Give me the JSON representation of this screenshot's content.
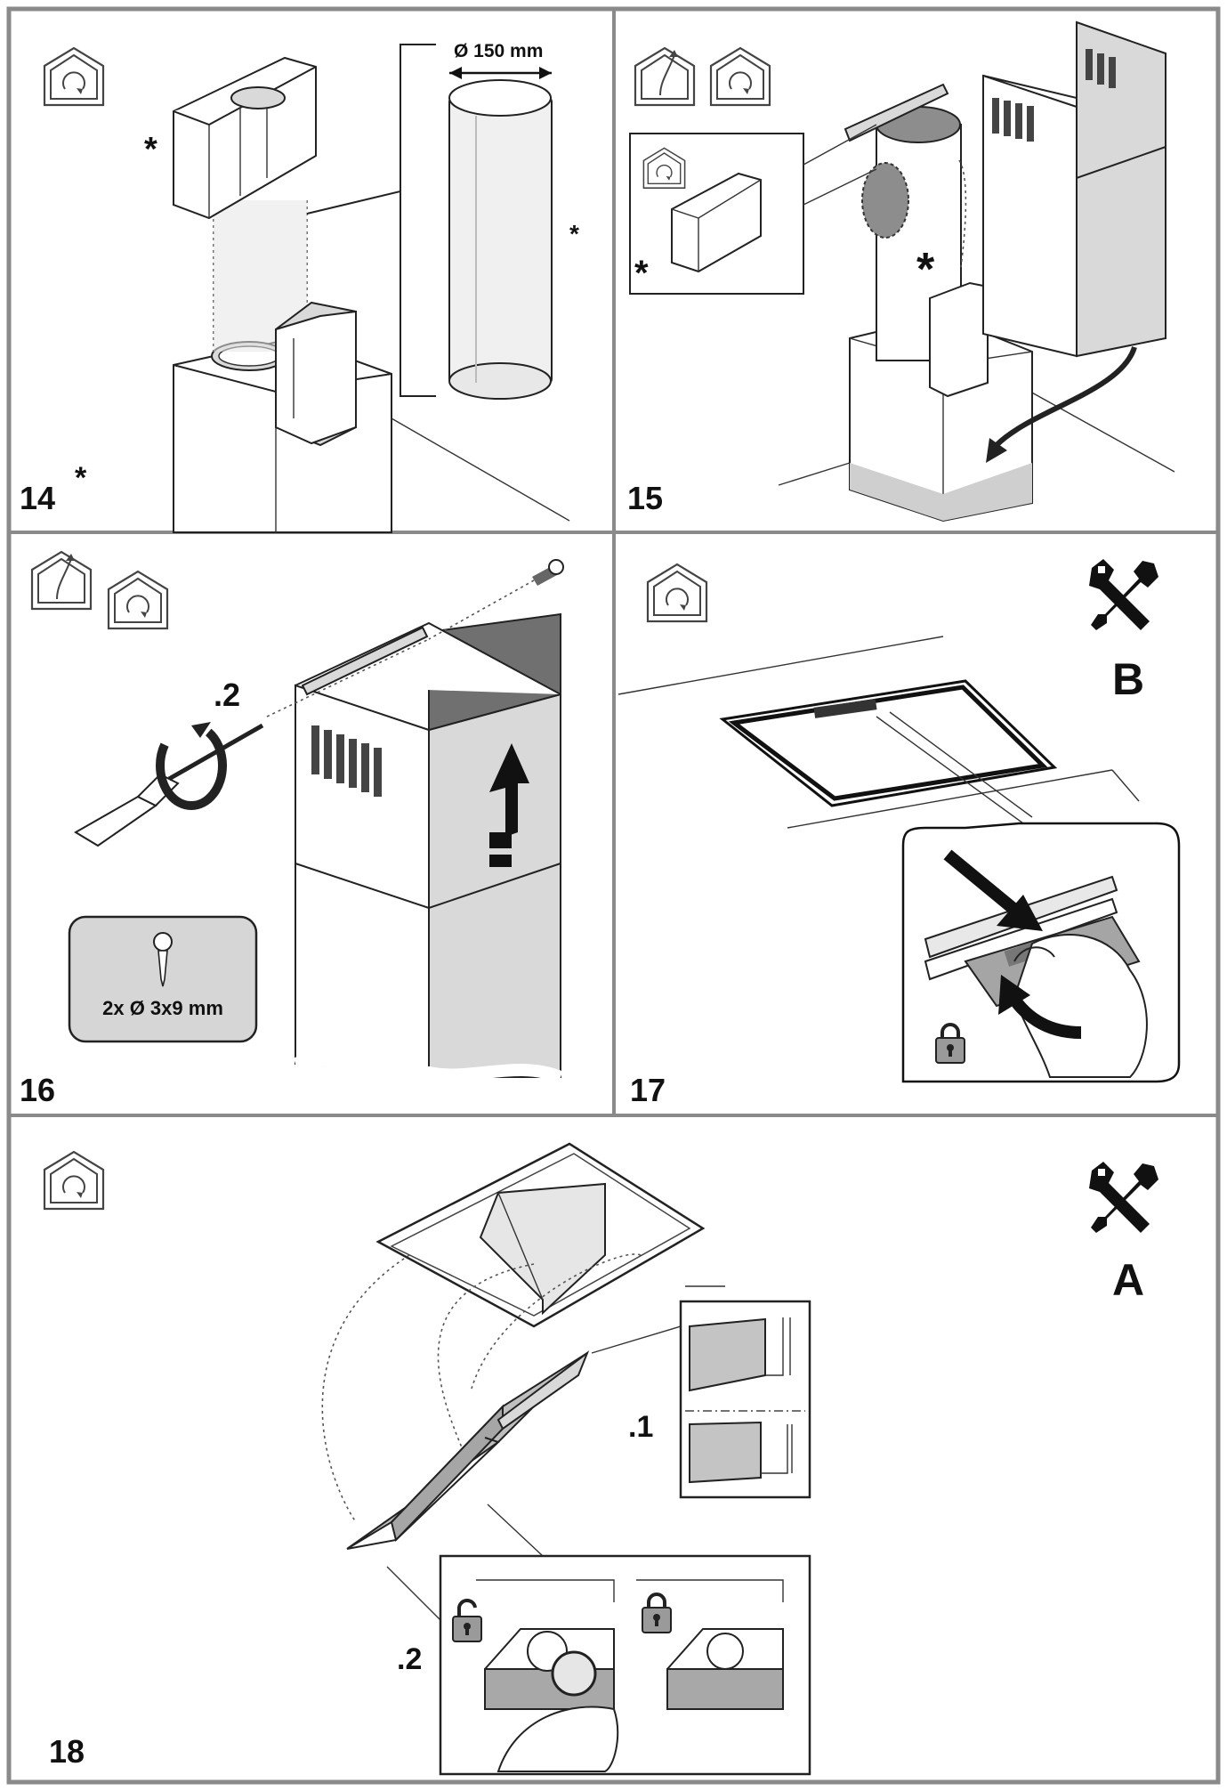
{
  "steps": {
    "s14": {
      "number": "14",
      "marker": "*",
      "part_marker": "*",
      "duct_marker": "*",
      "diameter": "Ø 150 mm"
    },
    "s15": {
      "number": "15",
      "marker_box": "*",
      "marker_duct": "*"
    },
    "s16": {
      "number": "16",
      "substep": ".2",
      "screw_spec": "2x Ø 3x9 mm"
    },
    "s17": {
      "number": "17",
      "variant": "B"
    },
    "s18": {
      "number": "18",
      "variant": "A",
      "substep1": ".1",
      "substep2": ".2"
    }
  },
  "icons": {
    "recirculation": "recirculation-mode-icon",
    "extraction": "extraction-mode-icon",
    "tools": "tools-icon",
    "lock": "lock-icon",
    "unlock": "unlock-icon"
  },
  "colors": {
    "frame": "#8a8a8a",
    "ink": "#111111",
    "fill_grey": "#c4c4c4"
  }
}
